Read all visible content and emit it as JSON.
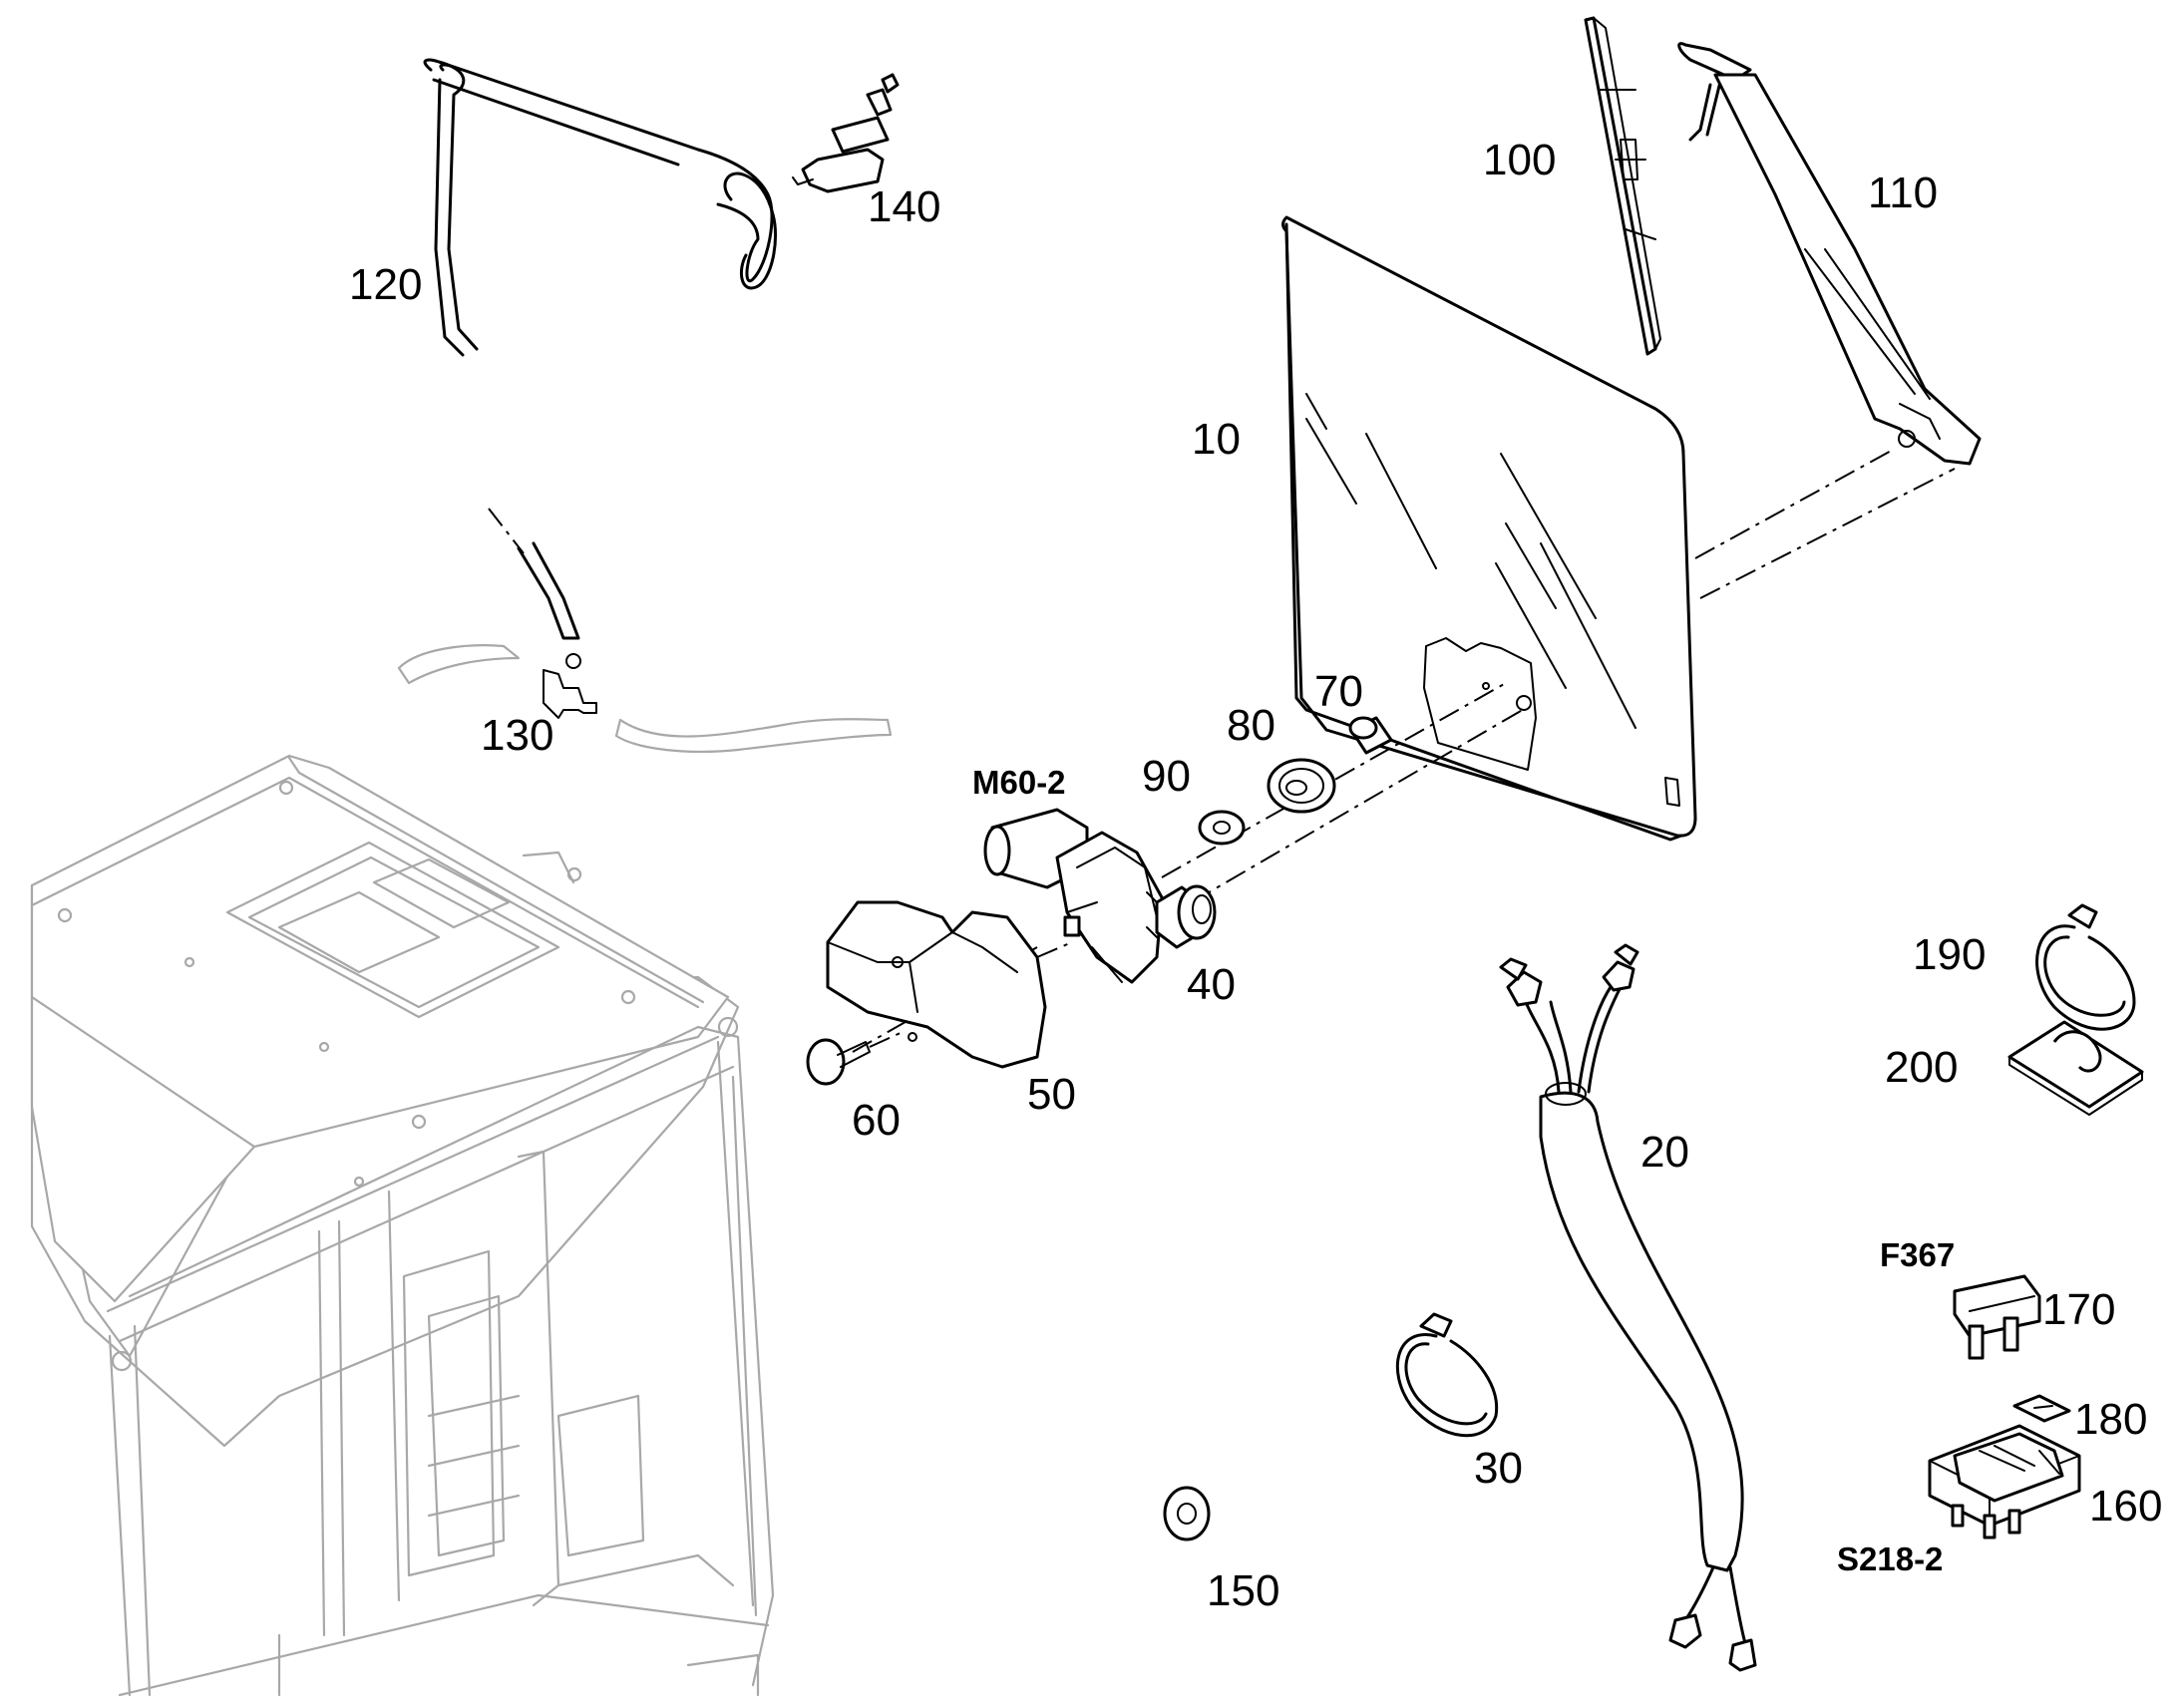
{
  "labels": {
    "p10": "10",
    "p20": "20",
    "p30": "30",
    "p40": "40",
    "p50": "50",
    "p60": "60",
    "p70": "70",
    "p80": "80",
    "p90": "90",
    "p100": "100",
    "p110": "110",
    "p120": "120",
    "p130": "130",
    "p140": "140",
    "p150": "150",
    "p160": "160",
    "p170": "170",
    "p180": "180",
    "p190": "190",
    "p200": "200",
    "m60": "M60-2",
    "f367": "F367",
    "s218": "S218-2"
  },
  "colors": {
    "line": "#000000",
    "cab_outline": "#a8a8a8",
    "background": "#ffffff"
  }
}
